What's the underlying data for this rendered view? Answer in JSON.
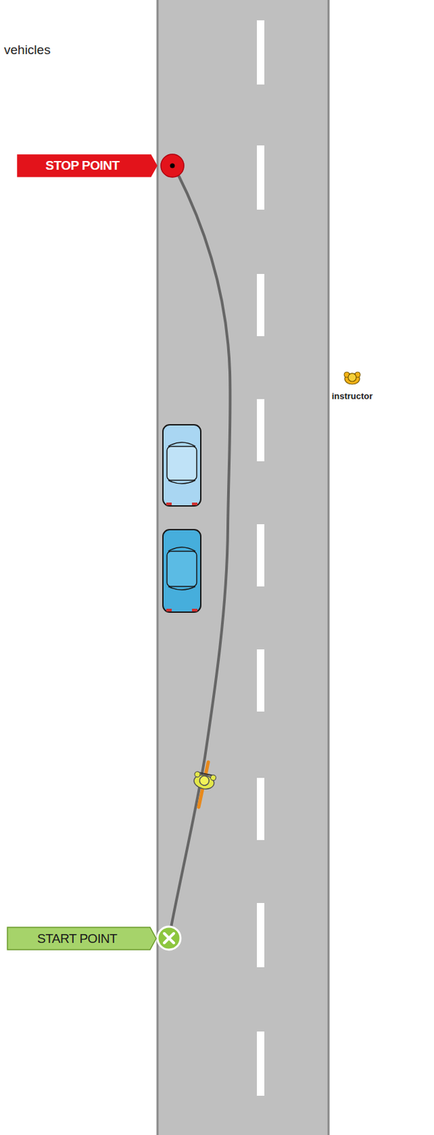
{
  "diagram": {
    "nodes": [
      {
        "text": [
          "STOP POINT"
        ]
      },
      {
        "text": [
          "START POINT"
        ]
      }
    ],
    "labels": [
      "vehicles",
      "instructor"
    ]
  }
}
